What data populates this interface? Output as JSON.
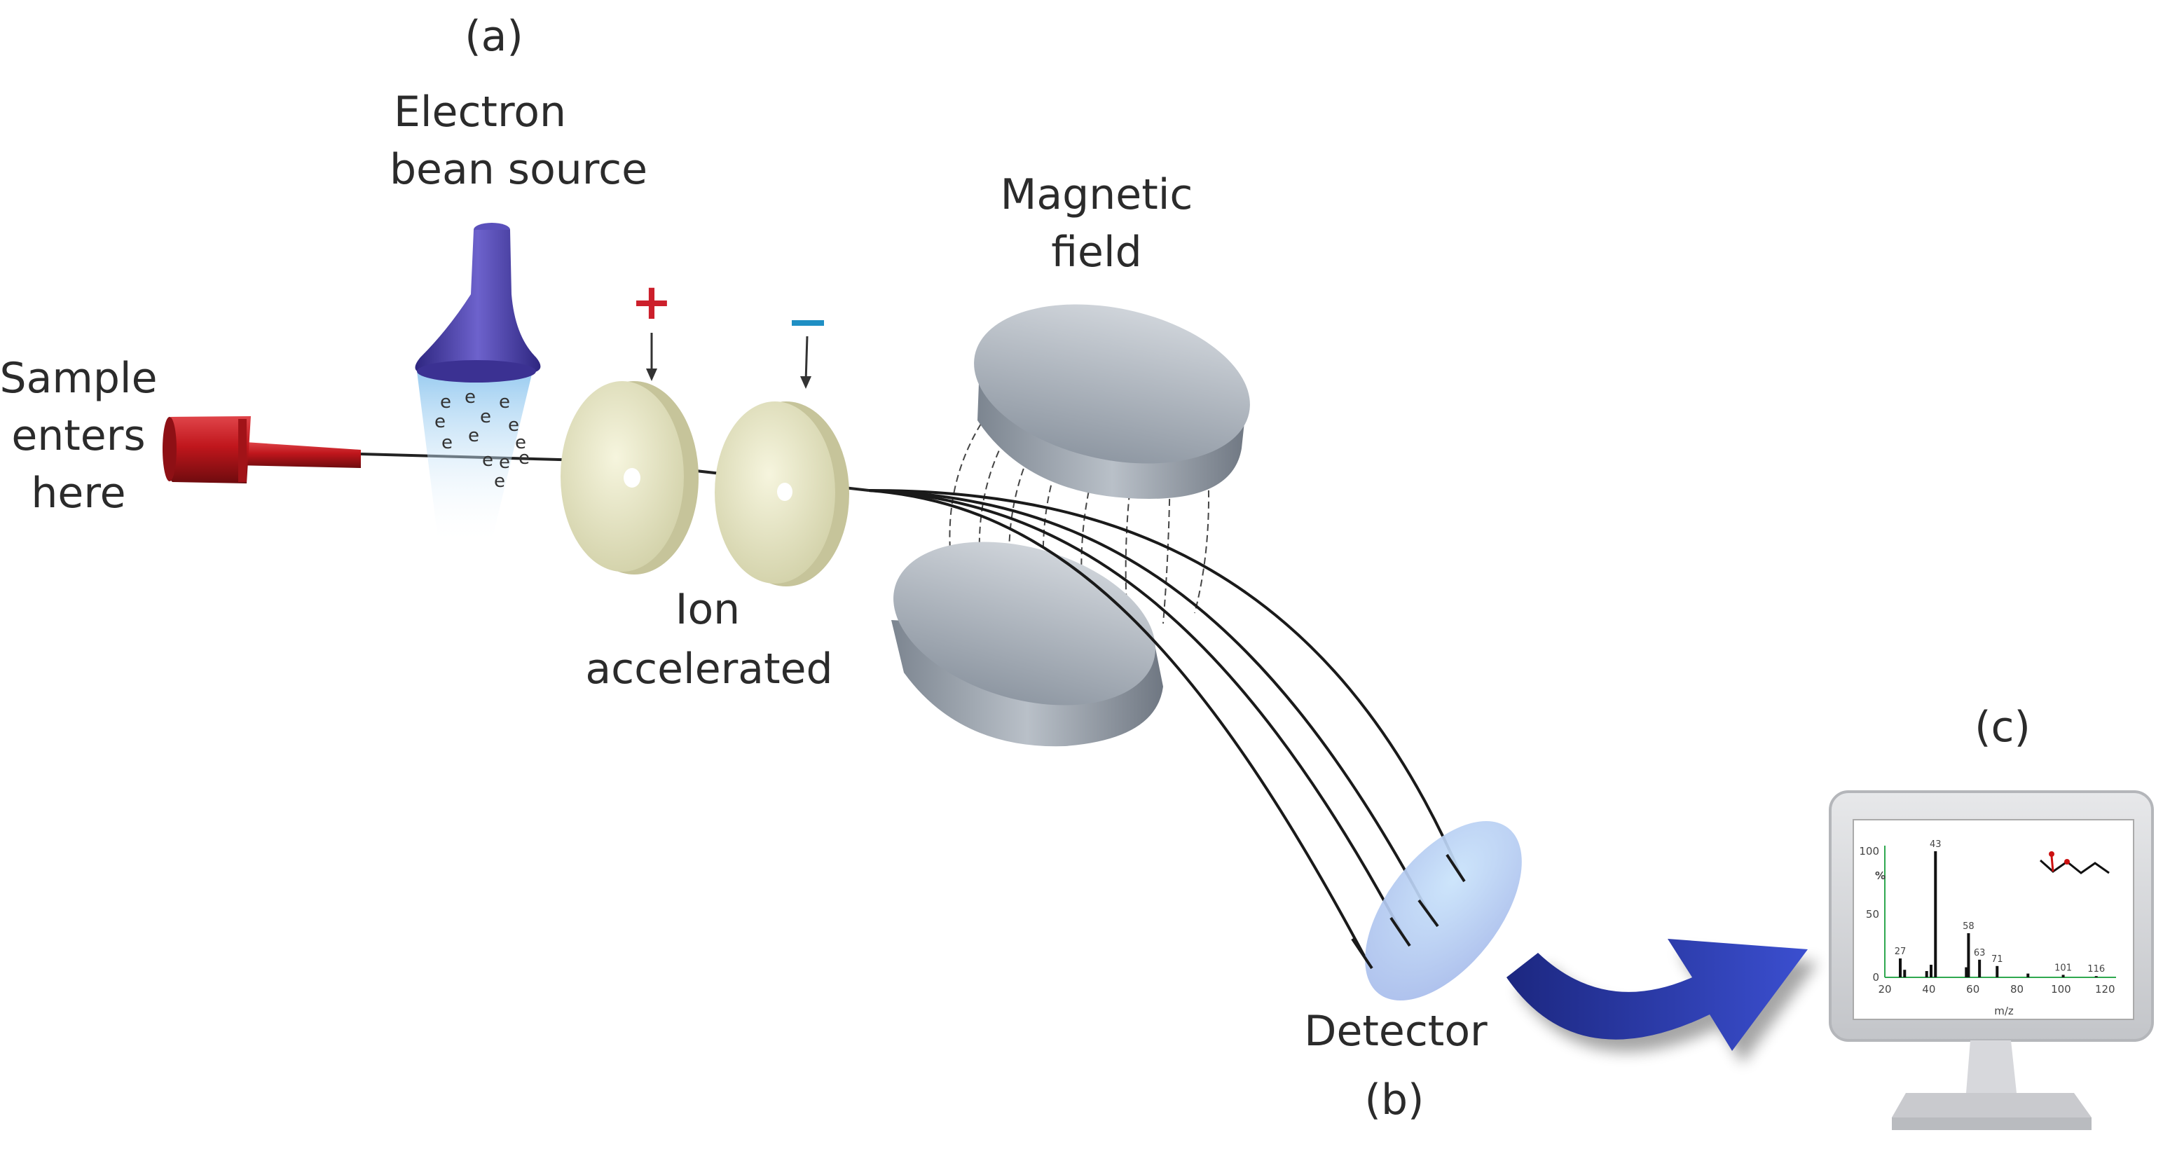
{
  "labels": {
    "part_a": "(a)",
    "part_b": "(b)",
    "part_c": "(c)",
    "electron_source_line1": "Electron",
    "electron_source_line2": "bean source",
    "sample_line1": "Sample",
    "sample_line2": "enters",
    "sample_line3": "here",
    "magnetic_line1": "Magnetic",
    "magnetic_line2": "field",
    "ion_line1": "Ion",
    "ion_line2": "accelerated",
    "detector": "Detector",
    "plus_sign": "+",
    "minus_sign": "−",
    "electron_symbol": "e"
  },
  "colors": {
    "injector_red": "#c0161c",
    "source_purple": "#4a3fa8",
    "plate_cream": "#e9e8c6",
    "magnet_gray": "#a7afb9",
    "detector_blue": "#a9cdf0",
    "arrow_blue": "#2b3aa8",
    "plus_color": "#cc1f2b",
    "minus_color": "#1f8fc4",
    "axis_green": "#2fa84f"
  },
  "spectrum": {
    "y_ticks": [
      "100",
      "50",
      "0"
    ],
    "x_ticks": [
      "20",
      "40",
      "60",
      "80",
      "100",
      "120"
    ],
    "x_axis_label": "m/z",
    "y_axis_label": "%",
    "peak_labels": [
      "27",
      "43",
      "58",
      "63",
      "71",
      "101",
      "116"
    ],
    "chart_data": {
      "type": "bar",
      "x": [
        27,
        29,
        39,
        41,
        43,
        57,
        58,
        63,
        71,
        85,
        101,
        116
      ],
      "values": [
        15,
        6,
        5,
        10,
        100,
        8,
        35,
        14,
        9,
        3,
        2,
        1
      ],
      "xlim": [
        20,
        125
      ],
      "ylim": [
        0,
        100
      ]
    }
  }
}
